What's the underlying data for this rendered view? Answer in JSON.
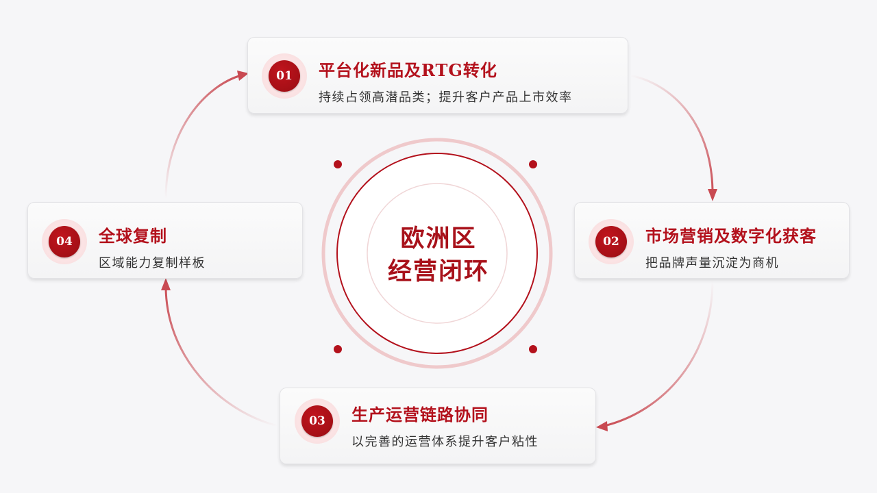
{
  "center": {
    "line1": "欧洲区",
    "line2": "经营闭环"
  },
  "steps": [
    {
      "number": "01",
      "title": "平台化新品及RTG转化",
      "subtitle": "持续占领高潜品类；提升客户产品上市效率"
    },
    {
      "number": "02",
      "title": "市场营销及数字化获客",
      "subtitle": "把品牌声量沉淀为商机"
    },
    {
      "number": "03",
      "title": "生产运营链路协同",
      "subtitle": "以完善的运营体系提升客户粘性"
    },
    {
      "number": "04",
      "title": "全球复制",
      "subtitle": "区域能力复制样板"
    }
  ],
  "colors": {
    "accent": "#b3111c",
    "background": "#f6f6f8"
  }
}
